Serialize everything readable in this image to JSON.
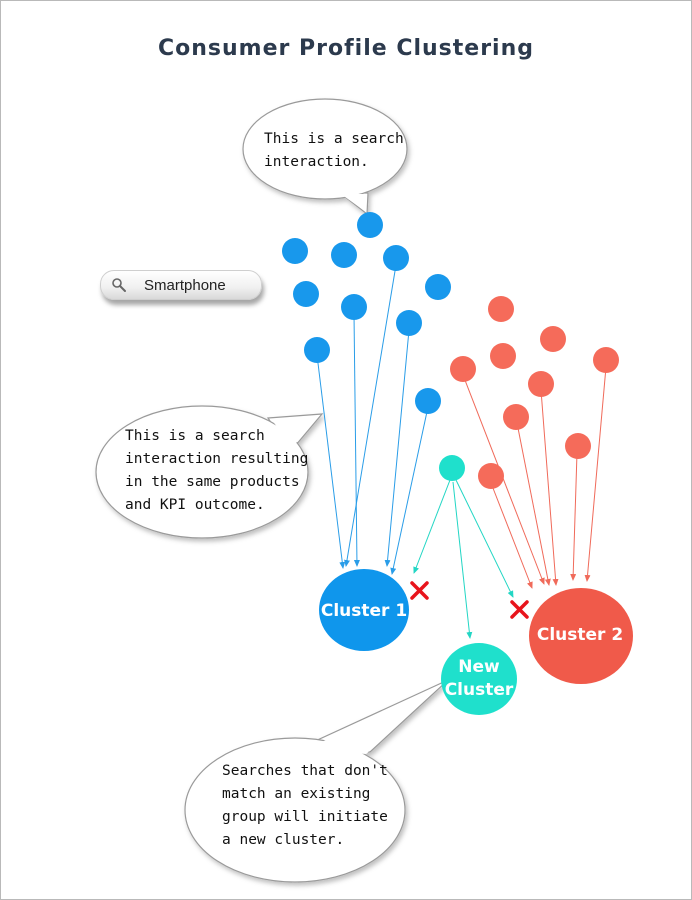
{
  "title": "Consumer Profile Clustering",
  "search_box": {
    "query": "Smartphone",
    "icon": "magnifier-icon"
  },
  "callouts": {
    "top": {
      "lines": [
        "This is a search",
        "interaction."
      ]
    },
    "middle": {
      "lines": [
        "This is a search",
        "interaction resulting",
        "in the same products",
        "and KPI outcome."
      ]
    },
    "bottom": {
      "lines": [
        "Searches that don't",
        "match an existing",
        "group will initiate",
        "a new cluster."
      ]
    }
  },
  "clusters": {
    "cluster1": {
      "label": "Cluster 1",
      "color": "#0f96ec"
    },
    "cluster2": {
      "label": "Cluster 2",
      "color": "#f05a4a"
    },
    "new": {
      "label_lines": [
        "New",
        "Cluster"
      ],
      "color": "#1fe0cc"
    }
  },
  "colors": {
    "blue_dot": "#1898ec",
    "red_dot": "#f56b5a",
    "teal_dot": "#1fe0cc",
    "reject_mark": "#e8141c",
    "title": "#2c3a4d"
  },
  "rejected_marks": [
    "cross-icon",
    "cross-icon"
  ]
}
